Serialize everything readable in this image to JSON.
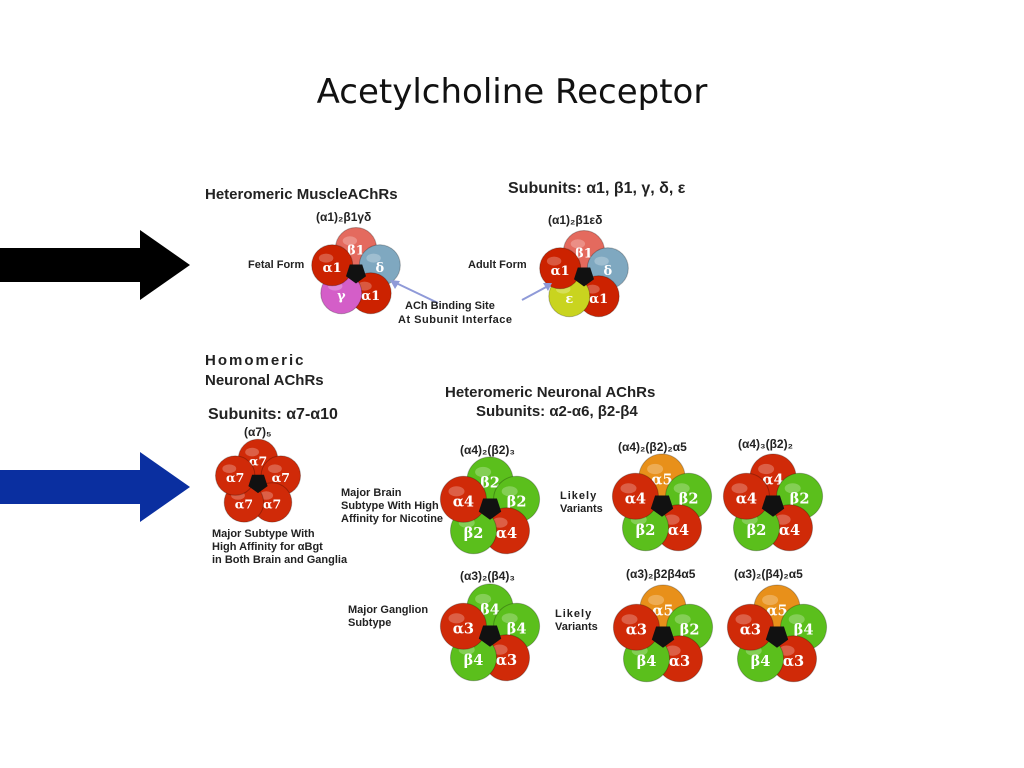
{
  "title": "Acetylcholine Receptor",
  "colors": {
    "alpha1": "#cc2200",
    "beta1": "#e46a5e",
    "delta": "#7fa8c0",
    "gamma": "#d45ec8",
    "epsilon": "#c9d41f",
    "alpha_neuronal": "#d02a08",
    "beta_neuronal": "#5bbf1c",
    "alpha5": "#e8901a",
    "black_arrow": "#000000",
    "blue_arrow": "#0a2fa0",
    "pointer_line": "#8f9ad8"
  },
  "muscle": {
    "heading": "Heteromeric MuscleAChRs",
    "subunits_label": "Subunits: α1, β1, γ, δ, ε",
    "fetal": {
      "label": "Fetal Form",
      "formula": "(α1)₂β1γδ",
      "subunits": [
        "β1",
        "δ",
        "α1",
        "γ",
        "α1"
      ]
    },
    "adult": {
      "label": "Adult Form",
      "formula": "(α1)₂β1εδ",
      "subunits": [
        "β1",
        "δ",
        "α1",
        "ε",
        "α1"
      ]
    },
    "binding_site": [
      "ACh Binding Site",
      "At Subunit Interface"
    ]
  },
  "homomeric": {
    "heading": [
      "Homomeric",
      "Neuronal AChRs"
    ],
    "subunits_label": "Subunits: α7-α10",
    "formula": "(α7)₅",
    "subunits": [
      "α7",
      "α7",
      "α7",
      "α7",
      "α7"
    ],
    "caption": [
      "Major Subtype With",
      "High Affinity for αBgt",
      "in Both Brain and Ganglia"
    ]
  },
  "heteromeric_neuronal": {
    "heading": "Heteromeric Neuronal AChRs",
    "subunits_label": "Subunits: α2-α6, β2-β4",
    "brain_caption": [
      "Major Brain",
      "Subtype With High",
      "Affinity for Nicotine"
    ],
    "ganglion_caption": [
      "Major Ganglion",
      "Subtype"
    ],
    "likely_variants": [
      "Likely",
      "Variants"
    ],
    "receptors": [
      {
        "formula": "(α4)₂(β2)₃",
        "subunits": [
          "β2",
          "β2",
          "α4",
          "β2",
          "α4"
        ]
      },
      {
        "formula": "(α4)₂(β2)₂α5",
        "subunits": [
          "α5",
          "β2",
          "α4",
          "β2",
          "α4"
        ]
      },
      {
        "formula": "(α4)₃(β2)₂",
        "subunits": [
          "α4",
          "β2",
          "α4",
          "β2",
          "α4"
        ]
      },
      {
        "formula": "(α3)₂(β4)₃",
        "subunits": [
          "β4",
          "β4",
          "α3",
          "β4",
          "α3"
        ]
      },
      {
        "formula": "(α3)₂β2β4α5",
        "subunits": [
          "α5",
          "β2",
          "α3",
          "β4",
          "α3"
        ]
      },
      {
        "formula": "(α3)₂(β4)₂α5",
        "subunits": [
          "α5",
          "β4",
          "α3",
          "β4",
          "α3"
        ]
      }
    ]
  }
}
